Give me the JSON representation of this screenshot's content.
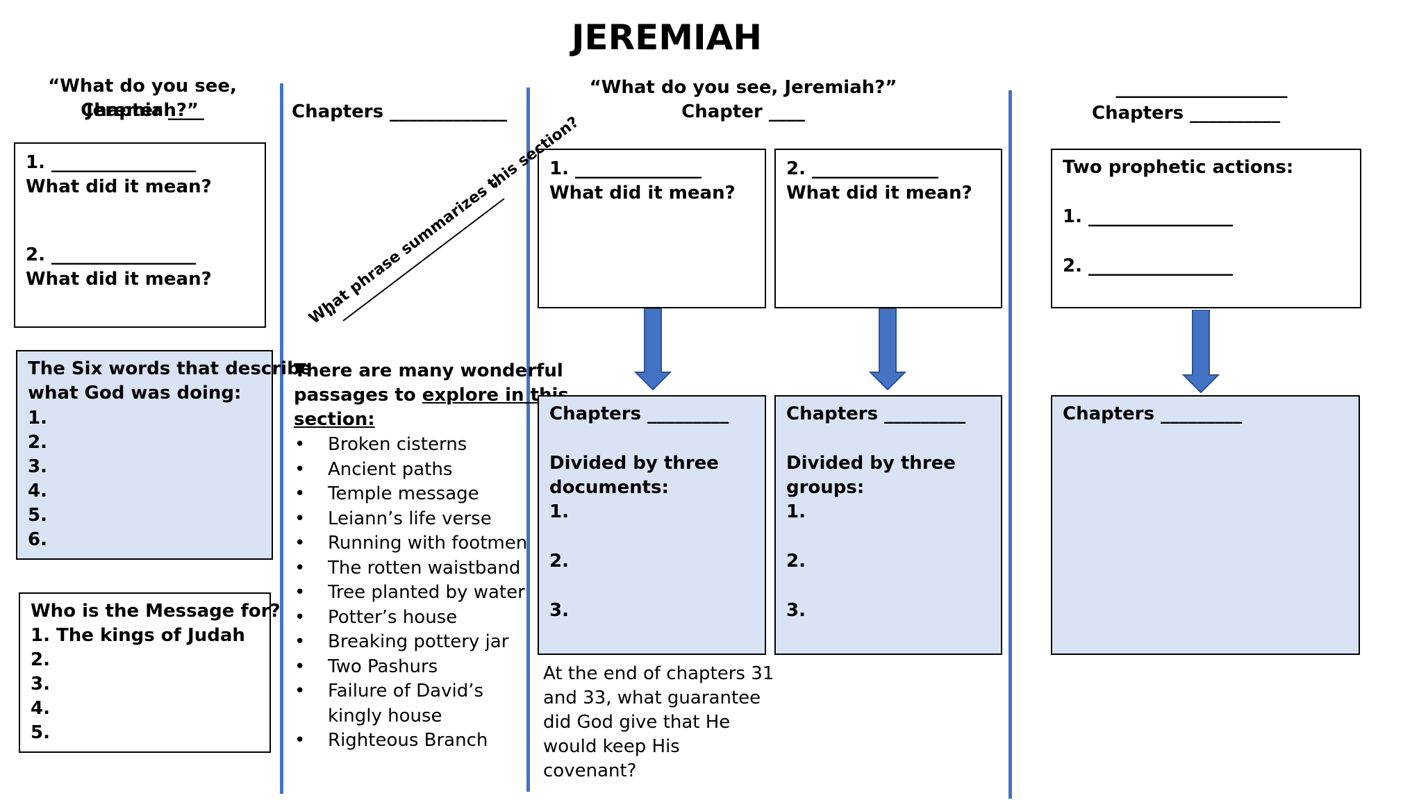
{
  "title": "JEREMIAH",
  "col1": {
    "heading_q": "“What do you see, Jeremiah?”",
    "heading_ch": "Chapter ____",
    "box1": {
      "line1": "1. ________________",
      "q1": "What did it mean?",
      "line2": "2. ________________",
      "q2": "What did it mean?"
    },
    "six_words": {
      "title_line1": "The Six words that describe",
      "title_line2": "what God was doing:",
      "items": [
        "1.",
        "2.",
        "3.",
        "4.",
        "5.",
        "6."
      ]
    },
    "message": {
      "title": "Who is the Message for?",
      "items": [
        "1.  The kings of Judah",
        "2.",
        "3.",
        "4.",
        "5."
      ]
    }
  },
  "col2": {
    "heading": "Chapters _____________",
    "diag_text": "What phrase summarizes this section?",
    "diag_open_quote": "“",
    "diag_close_quote": "”",
    "passages_line1": "There are many wonderful",
    "passages_line2_plain": "passages to ",
    "passages_line2_u": "explore in this",
    "passages_line3_u": "section:",
    "bullet": "•",
    "passages": [
      "Broken cisterns",
      "Ancient paths",
      "Temple message",
      "Leiann’s life verse",
      "Running with footmen",
      "The rotten waistband",
      "Tree planted by water",
      "Potter’s house",
      "Breaking pottery jar",
      "Two Pashurs",
      "Failure of David’s kingly house",
      "Righteous Branch"
    ]
  },
  "col3": {
    "heading_q": "“What do you see, Jeremiah?”",
    "heading_ch": "Chapter ____",
    "vision1": {
      "line": "1.    ______________",
      "q": "What did it mean?"
    },
    "vision2": {
      "line": "2.    ______________",
      "q": "What did it mean?"
    },
    "docs": {
      "chapters": "Chapters _________",
      "divided1": "Divided by three",
      "divided2": "documents:",
      "items": [
        "1.",
        "2.",
        "3."
      ]
    },
    "groups": {
      "chapters": "Chapters _________",
      "divided1": "Divided by three",
      "divided2": "groups:",
      "items": [
        "1.",
        "2.",
        "3."
      ]
    },
    "guarantee": [
      "At the end of chapters 31",
      "and 33, what guarantee",
      "did God give that He",
      "would keep His",
      "covenant?"
    ]
  },
  "col4": {
    "heading_blank": "___________________",
    "heading_ch": "Chapters __________",
    "actions": {
      "title": "Two prophetic actions:",
      "item1": "1. ________________",
      "item2": "2. ________________"
    },
    "chapters_box": "Chapters _________"
  },
  "colors": {
    "divider": "#4472c4",
    "box_fill": "#dae3f3",
    "arrow": "#4472c4"
  }
}
